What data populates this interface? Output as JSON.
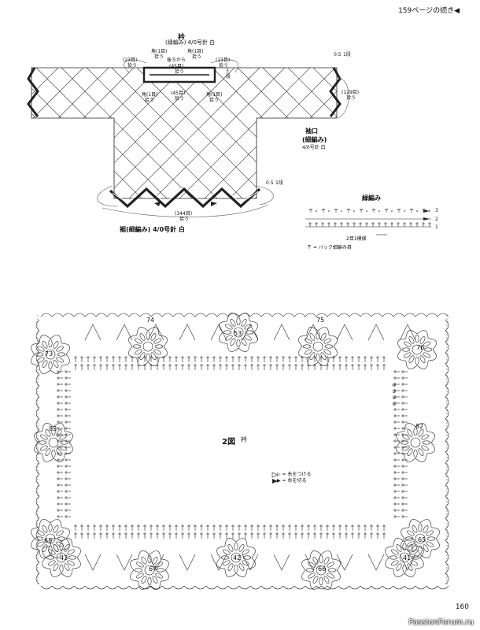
{
  "header": {
    "continued_from": "159ページの続き◀"
  },
  "top_diagram": {
    "collar_title": "衿",
    "collar_method": "(緑編み) 4/0号針 白",
    "collar_labels": {
      "stitches_23_left": "(23目)",
      "pick_up_left_top": "拾う",
      "corner_left": "角(1目)",
      "corner_left_pick": "拾う",
      "back_from": "後ろから",
      "stitches_45_top": "(45目)",
      "pick_up_back": "拾う",
      "corner_right": "角(1目)",
      "corner_right_pick": "拾う",
      "stitches_23_right": "(23目)",
      "pick_up_right_top": "拾う",
      "corner_front_left": "角(1目)",
      "corner_front_left_pick": "拾う",
      "stitches_45_front": "(45目)",
      "pick_up_front": "拾う",
      "corner_front_right": "角(1目)",
      "corner_front_right_pick": "拾う",
      "dim_3": "3",
      "dim_3_unit": "段"
    },
    "sleeve": {
      "dim_top": "0.5",
      "dim_top_unit": "1段",
      "stitches": "(129目)",
      "pick_up": "拾う",
      "title": "袖口",
      "method_name": "(細編み)",
      "method_detail": "4/0号針 白"
    },
    "hem": {
      "dim": "0.5",
      "dim_unit": "1段",
      "stitches": "(344目)",
      "pick_up": "拾う",
      "label": "裾(細編み) 4/0号針 白"
    }
  },
  "legend_panel": {
    "title": "緑編み",
    "rows": [
      "3",
      "2",
      "1"
    ],
    "repeat_note": "2目1模様",
    "symbol_note": "= バック細編み目"
  },
  "bottom_diagram": {
    "figure_label": "2図",
    "figure_name": "衿",
    "legend_attach": "▷ = 糸をつける",
    "legend_cut": "▶ = 糸を切る",
    "motif_numbers": [
      "74",
      "75",
      "53",
      "73",
      "76",
      "83",
      "82",
      "68",
      "65",
      "43",
      "42",
      "41",
      "67",
      "66"
    ],
    "side_rows": [
      "④",
      "③",
      "②",
      "①"
    ]
  },
  "footer": {
    "page_number": "160",
    "watermark": "PassionForum.ru"
  }
}
